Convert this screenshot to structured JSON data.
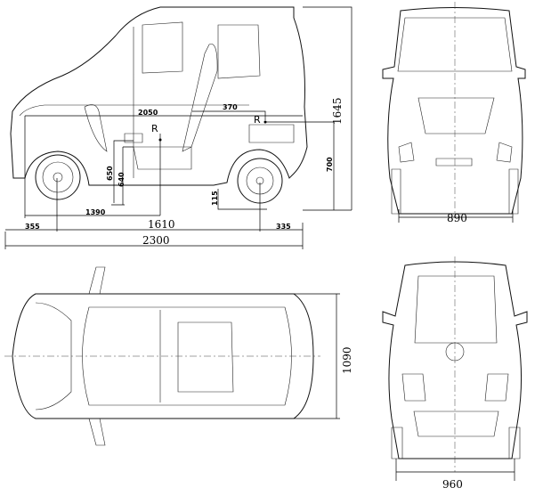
{
  "side_view": {
    "overall_height": "1645",
    "interior_length": "2050",
    "seat_offset": "370",
    "seat_ref_front": "R",
    "seat_ref_rear": "R",
    "step_height_650": "650",
    "step_height_640": "640",
    "rear_seat_height": "700",
    "ground_clearance": "115",
    "front_to_seat": "1390",
    "front_overhang": "355",
    "wheelbase": "1610",
    "rear_overhang": "335",
    "overall_length": "2300"
  },
  "front_view": {
    "track_width": "890"
  },
  "top_view": {
    "overall_width": "1090"
  },
  "rear_view": {
    "overall_width": "960"
  }
}
